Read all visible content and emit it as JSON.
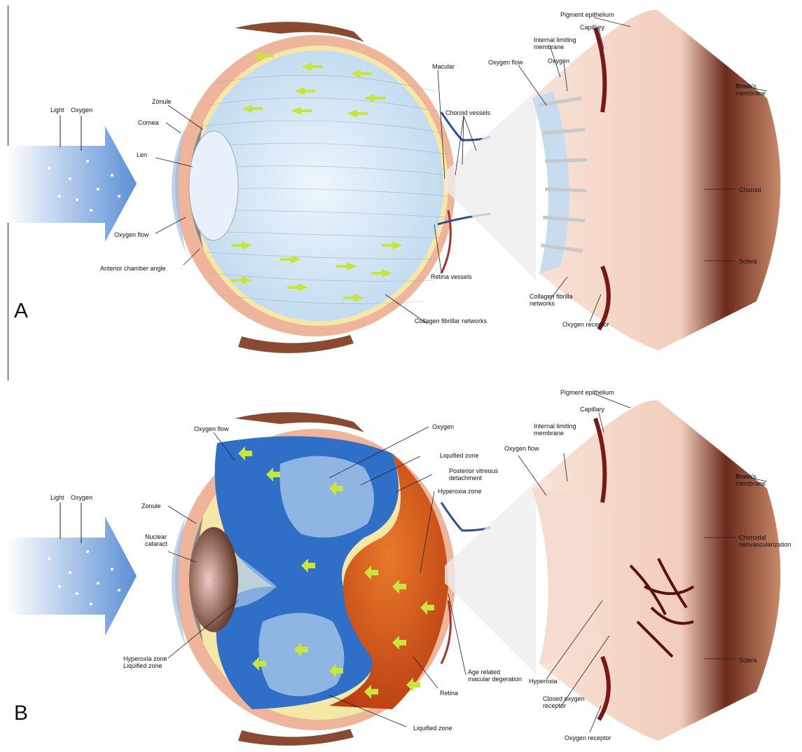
{
  "panel_a": {
    "letter": "A",
    "labels": {
      "light": "Light",
      "oxygen_left": "Oxygen",
      "zonule": "Zonule",
      "cornea": "Cornea",
      "len": "Len",
      "oxygen_flow_left": "Oxygen flow",
      "anterior_chamber_angle": "Anterior chamber angle",
      "macular": "Macular",
      "choroid_vessels": "Choroid vessels",
      "retina_vessels": "Retina vessels",
      "collagen_fibrillar_networks": "Collagen fibrillar networks",
      "pigment_epithelium": "Pigment epithelium",
      "capillary": "Capillary",
      "internal_limiting_membrane": "Internal limiting membrane",
      "oxygen_right": "Oxygen",
      "oxygen_flow_right": "Oxygen flow",
      "bruchs_membrane": "Bruch's membrane",
      "choroid": "Choroid",
      "sclera": "Sclera",
      "collagen_fibrilla_networks": "Collagen fibrilla networks",
      "oxygen_receptor": "Oxygen receptor"
    }
  },
  "panel_b": {
    "letter": "B",
    "labels": {
      "light": "Light",
      "oxygen_left": "Oxygen",
      "zonule": "Zonule",
      "nuclear_cataract": "Nuclear cataract",
      "oxygen_flow": "Oxygen flow",
      "oxygen_top": "Oxygen",
      "liquified_zone_top": "Liquified zone",
      "posterior_vitreous_detachment": "Posterior vitreous detachment",
      "hyperoxia_zone": "Hyperoxia zone",
      "hyperoxia_liquified": "Hyperoxia zone Liquified zone",
      "age_related_macular": "Age related macular degeration",
      "retina": "Retina",
      "liquified_zone_bottom": "Liquified zone",
      "pigment_epithelium": "Pigment epithelium",
      "capillary": "Capillary",
      "internal_limiting_membrane": "Internal limiting membrane",
      "oxygen_flow_right": "Oxygen flow",
      "bruchs_membrane": "Bruch's membrane",
      "choroidal_neovascularization": "Choroidal neovascularization",
      "sclera": "Sclera",
      "hyperoxia": "Hyperoxia",
      "closed_oxygen_receptor": "Closed oxygen receptor",
      "oxygen_receptor": "Oxygen receptor"
    }
  },
  "colors": {
    "arrow_blue": "#5b8fd6",
    "vitreous_light": "#d6e8f5",
    "vitreous_blue": "#2f6fc7",
    "hyperoxia_orange": "#d8561b",
    "sclera_skin": "#eeb59a",
    "choroid_dark": "#5a2318",
    "flow_arrow_green": "#c8e63a",
    "retina_pink": "#f6dcd0"
  }
}
